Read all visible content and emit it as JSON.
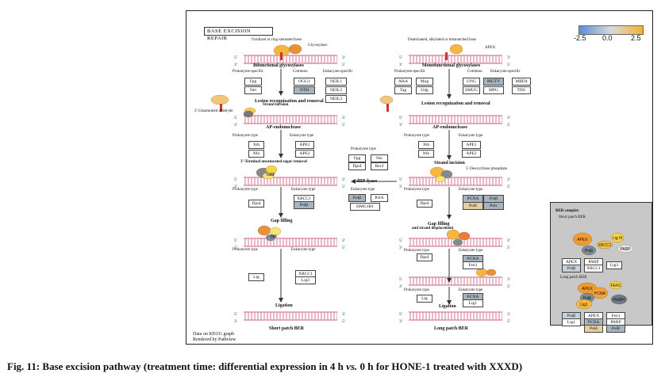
{
  "caption": {
    "prefix": "Fig. 11: Base excision pathway (treatment time: differential expression in 4 h ",
    "vs": "vs.",
    "suffix": " 0 h for HONE-1 treated with XXXD)"
  },
  "pathway": {
    "title": "BASE EXCISION REPAIR",
    "footer_line1": "Data on KEGG graph",
    "footer_line2": "Rendered by Pathview"
  },
  "colorbar": {
    "ticks": [
      "-2.5",
      "0.0",
      "2.5"
    ],
    "colors": [
      "#5b8fd6",
      "#d9d9d9",
      "#f2b230"
    ]
  },
  "strand_ends": {
    "five": "5'",
    "three": "3'"
  },
  "left": {
    "top_note": "Oxidized or ring-saturated base",
    "glycosylase": "Glycosylase",
    "heading": "Bifunctional glycosylases",
    "col_prok": "Prokaryote-specific",
    "col_common": "Common",
    "col_euk": "Eukaryote-specific",
    "genes_prok": [
      "Fpg",
      "Nei"
    ],
    "genes_common": [
      "OGG1",
      "NTH"
    ],
    "genes_euk": [
      "NEIL1",
      "NEIL2",
      "NEIL3"
    ],
    "step_lesion": "Lesion recognization and removal",
    "strand_incision": "Strand incision",
    "unsat": "3'-Unsaturated aldehyde",
    "ap_endo": "AP-endonuclease",
    "prok_type": "Prokaryote type",
    "euk_type": "Eukaryote type",
    "ap_prok": [
      "Xth",
      "Nfo"
    ],
    "ap_euk": [
      "APE1",
      "APE2"
    ],
    "terminal": "3'-Terminal unsaturated sugar removal",
    "pol_prok": [
      "DpoI"
    ],
    "pol_euk": [
      "XRCC1",
      "Polβ"
    ],
    "gap": "Gap filling",
    "lig_prok": [
      "Lig"
    ],
    "lig_euk": [
      "XRCC1",
      "Lig3"
    ],
    "ligation": "Ligation",
    "bottom": "Short patch BER",
    "ohp": "OHP",
    "ohp2": "OH"
  },
  "middle": {
    "prok_type": "Prokaryote type",
    "genes_row1": [
      "Fpg",
      "Nei"
    ],
    "genes_row2": [
      "DpoI",
      "RecJ"
    ],
    "drp": "dRP-lyase",
    "euk_type": "Eukaryote type",
    "euk_row": [
      "Polβ",
      "PolA"
    ],
    "hmg": "HMG1B1"
  },
  "right": {
    "top_note": "Deaminated, alkylated or mismatched base",
    "heading": "Monofunctional glycosylases",
    "col_prok": "Prokaryote-specific",
    "col_common": "Common",
    "col_euk": "Eukaryote-specific",
    "genes_prok": [
      "AlkA",
      "Tag"
    ],
    "genes_common_a": [
      "Mug",
      "Udg"
    ],
    "genes_common_b": [
      "UNG",
      "SMUG"
    ],
    "genes_common_c": [
      "MUTY",
      "MPG"
    ],
    "genes_euk": [
      "MBD4",
      "TDG"
    ],
    "apex_tag": "APEX",
    "step_lesion": "Lesion recognization and removal",
    "ap_endo": "AP-endonuclease",
    "prok_type": "Prokaryote type",
    "euk_type": "Eukaryote type",
    "ap_prok": [
      "Xth",
      "Nfo"
    ],
    "ap_euk": [
      "APE1",
      "APE2"
    ],
    "strand_incision": "Strand incision",
    "deoxy": "5'-Deoxyribose phosphate",
    "pol_prok": [
      "DpoI"
    ],
    "pol_euk_top": [
      "PCNA",
      "Polβ"
    ],
    "pol_euk_bottom": [
      "Polδ",
      "Polε"
    ],
    "gap": "Gap filling",
    "strand_disp": "and strand displacement",
    "fen_prok": [
      "DpoI"
    ],
    "fen_euk": [
      "PCNA",
      "Fen1"
    ],
    "lig_prok": [
      "Lig"
    ],
    "lig_euk": [
      "PCNA",
      "Lig1"
    ],
    "ligation": "Ligation",
    "bottom": "Long patch BER"
  },
  "ber_complex": {
    "title": "BER complex",
    "short": "Short patch BER",
    "long": "Long patch BER",
    "short_blobs": [
      "APEX",
      "Lig III",
      "XRCC1",
      "PARP",
      "Polβ"
    ],
    "short_table_r1": [
      "APEX",
      "PARP"
    ],
    "short_table_r2": [
      "Polβ",
      "XRCC1",
      "Lig3"
    ],
    "long_blobs": [
      "APEX",
      "PCNA",
      "FEN1",
      "Polβ",
      "PolδH",
      "Lig1"
    ],
    "long_table_r1": [
      "Polβ",
      "APEX",
      "Fen1"
    ],
    "long_table_r2": [
      "Lig1",
      "PCNA",
      "PARP"
    ],
    "long_table_r3": [
      "Polδ",
      "PolE"
    ]
  }
}
